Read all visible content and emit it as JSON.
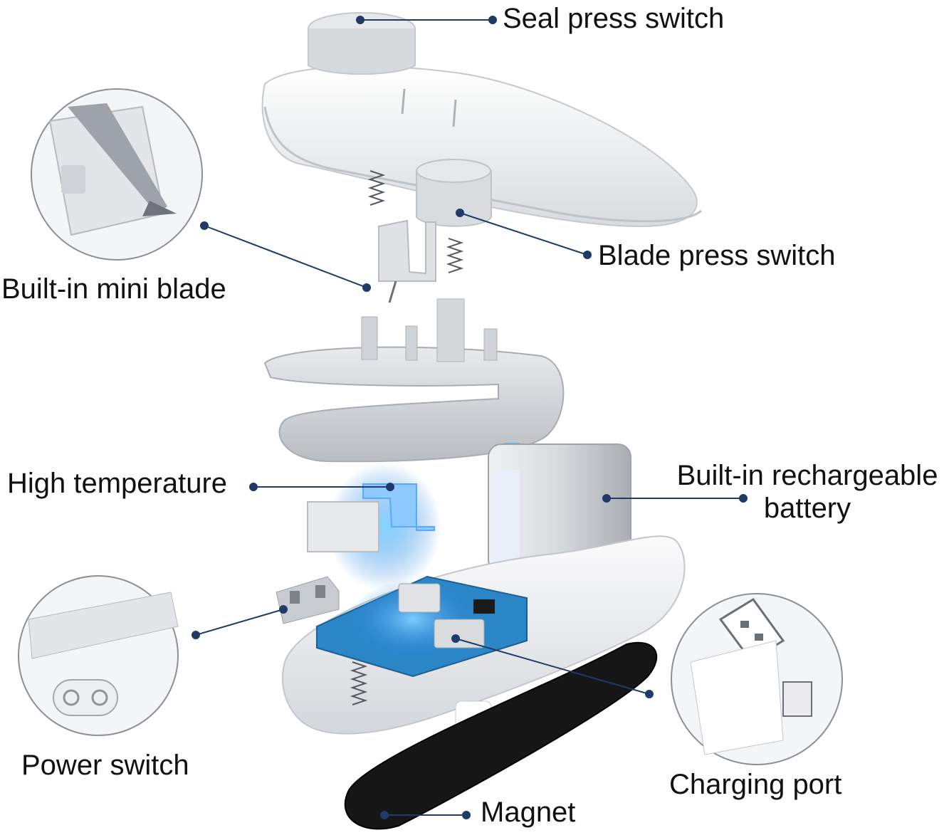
{
  "labels": {
    "seal_press_switch": "Seal press switch",
    "blade_press_switch": "Blade press switch",
    "built_in_mini_blade": "Built-in mini blade",
    "high_temperature": "High temperature",
    "battery_line1": "Built-in rechargeable",
    "battery_line2": "battery",
    "power_switch": "Power switch",
    "charging_port": "Charging port",
    "magnet": "Magnet"
  },
  "colors": {
    "leader_line": "#1f3b66",
    "body_white": "#f2f3f4",
    "body_shadow": "#cfd2d6",
    "heating_blue": "#5aa8ff",
    "pcb_blue": "#2f8fd0",
    "magnet": "#141414"
  }
}
